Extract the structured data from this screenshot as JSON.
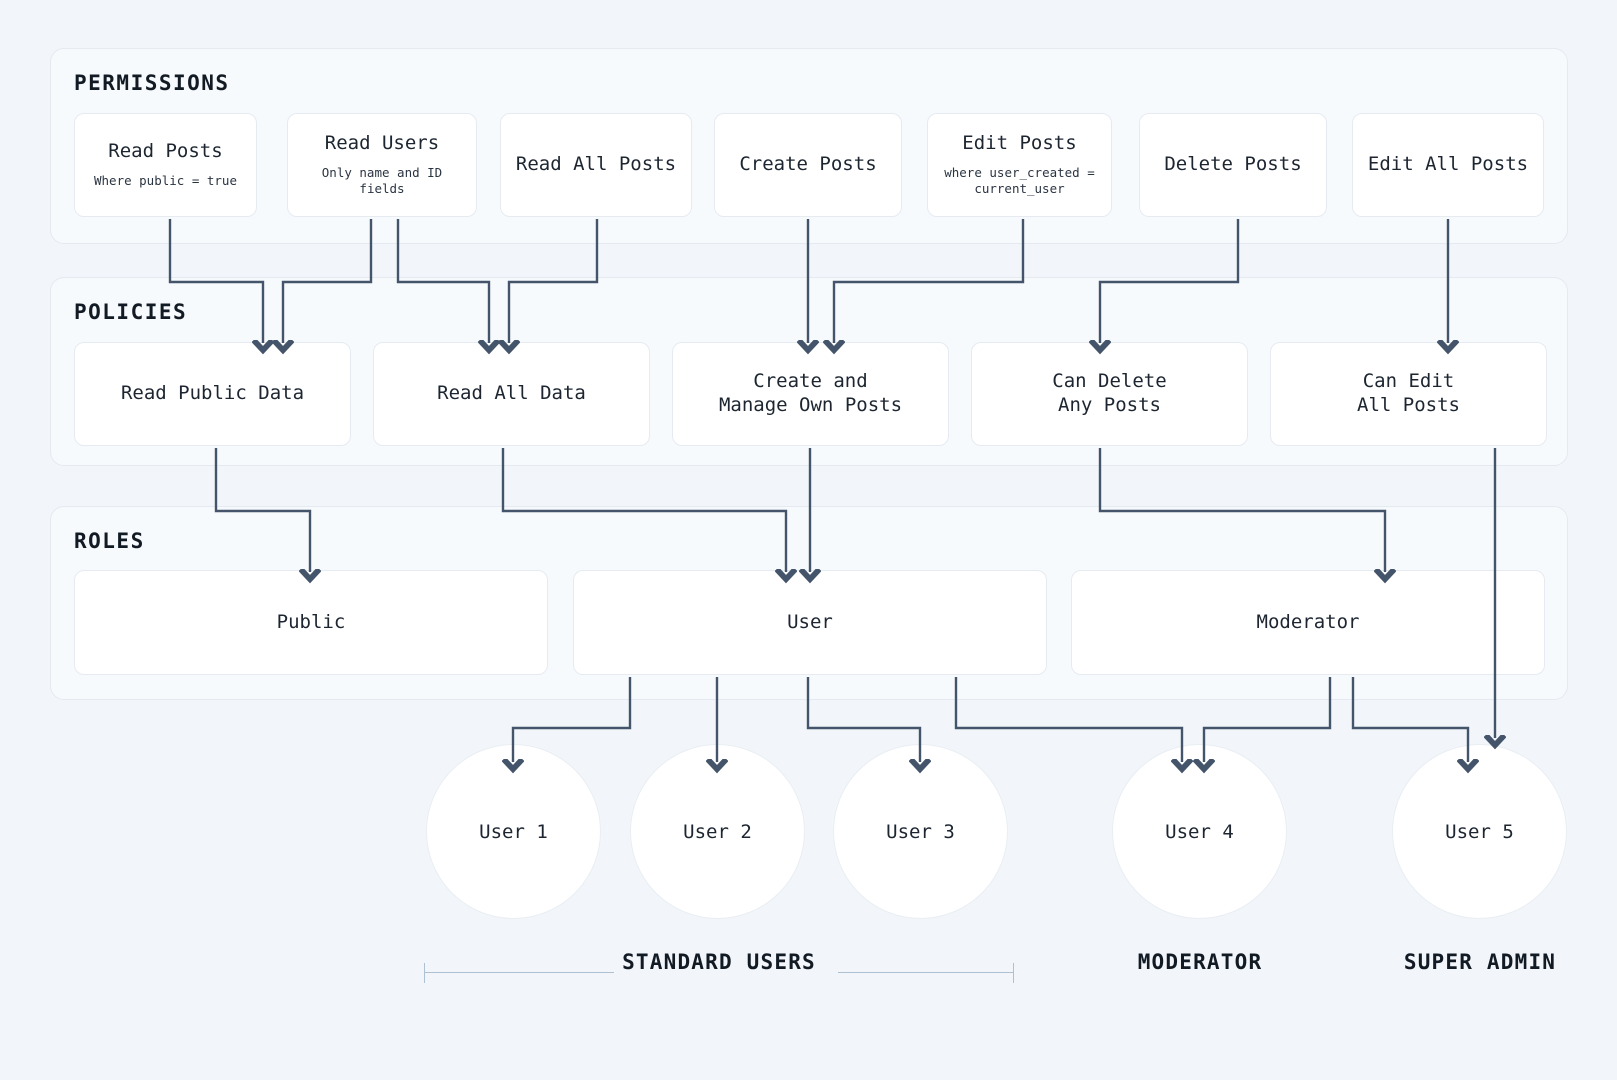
{
  "theme": {
    "page_background": "#f2f6fa",
    "section_background": "#f7fafc",
    "card_background": "#ffffff",
    "border_color": "#e6ebf1",
    "connector_color": "#44556b",
    "text_color": "#1c2530"
  },
  "sections": {
    "permissions": {
      "title": "PERMISSIONS"
    },
    "policies": {
      "title": "POLICIES"
    },
    "roles": {
      "title": "ROLES"
    }
  },
  "permissions": [
    {
      "title": "Read Posts",
      "sub": "Where public = true"
    },
    {
      "title": "Read Users",
      "sub": "Only name and ID fields"
    },
    {
      "title": "Read All Posts",
      "sub": ""
    },
    {
      "title": "Create Posts",
      "sub": ""
    },
    {
      "title": "Edit Posts",
      "sub": "where user_created =\ncurrent_user"
    },
    {
      "title": "Delete Posts",
      "sub": ""
    },
    {
      "title": "Edit All Posts",
      "sub": ""
    }
  ],
  "policies": [
    {
      "title": "Read Public Data"
    },
    {
      "title": "Read All Data"
    },
    {
      "title": "Create and\nManage Own Posts"
    },
    {
      "title": "Can Delete\nAny Posts"
    },
    {
      "title": "Can Edit\nAll Posts"
    }
  ],
  "roles": [
    {
      "title": "Public"
    },
    {
      "title": "User"
    },
    {
      "title": "Moderator"
    }
  ],
  "users": [
    {
      "label": "User 1"
    },
    {
      "label": "User 2"
    },
    {
      "label": "User 3"
    },
    {
      "label": "User 4"
    },
    {
      "label": "User 5"
    }
  ],
  "group_labels": [
    {
      "label": "STANDARD USERS"
    },
    {
      "label": "MODERATOR"
    },
    {
      "label": "SUPER ADMIN"
    }
  ]
}
